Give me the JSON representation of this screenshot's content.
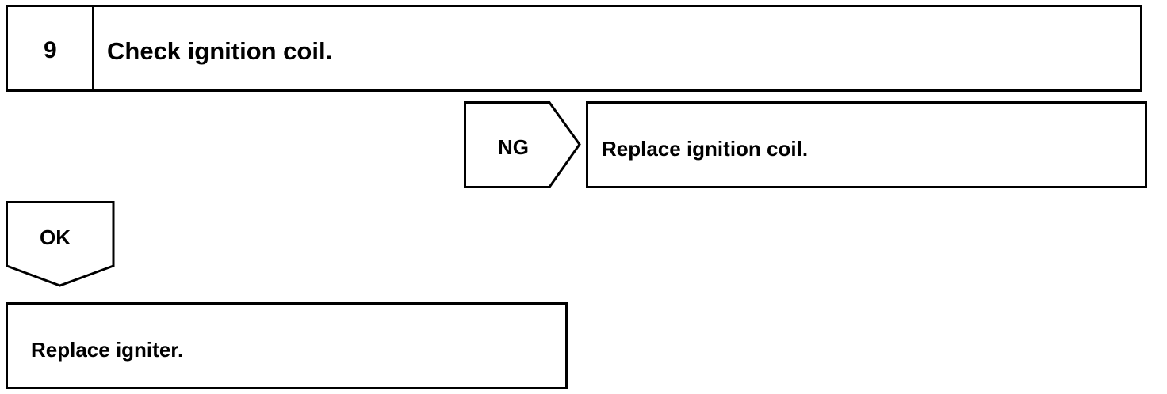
{
  "step": {
    "number": "9",
    "title": "Check ignition coil."
  },
  "ng_branch": {
    "label": "NG",
    "action": "Replace ignition coil."
  },
  "ok_branch": {
    "label": "OK",
    "action": "Replace igniter."
  }
}
